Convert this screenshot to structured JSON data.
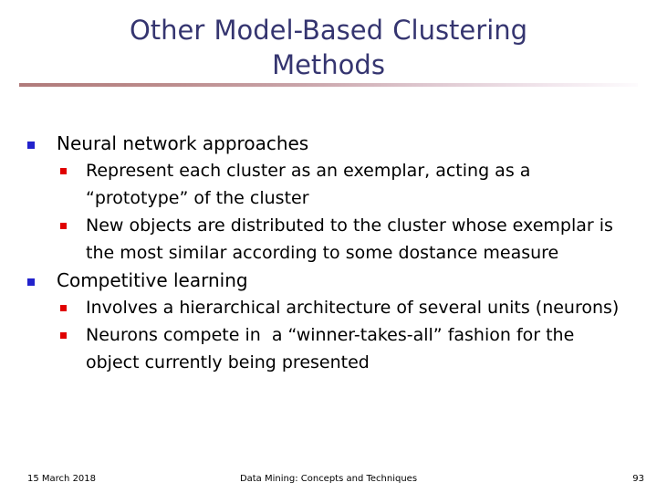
{
  "slide": {
    "title_line_1": "Other Model-Based Clustering",
    "title_line_2": "Methods",
    "title_color": "#353570",
    "rule_color_left": "#b07a7a",
    "rule_color_right": "#fdfbfd",
    "background": "#ffffff",
    "body_text_color": "#000000",
    "bullet_level1_color": "#2222cc",
    "bullet_level2_color": "#e00000"
  },
  "body": {
    "items": [
      {
        "level": 1,
        "bullet": "blue-square-bullet",
        "text": "Neural network approaches"
      },
      {
        "level": 2,
        "bullet": "red-square-bullet",
        "text": "Represent each cluster as an exemplar, acting as a “prototype” of the cluster"
      },
      {
        "level": 2,
        "bullet": "red-square-bullet",
        "text": "New objects are distributed to the cluster whose exemplar is the most similar according to some dostance measure"
      },
      {
        "level": 1,
        "bullet": "blue-square-bullet",
        "text": "Competitive learning"
      },
      {
        "level": 2,
        "bullet": "red-square-bullet",
        "text": "Involves a hierarchical architecture of several units (neurons)"
      },
      {
        "level": 2,
        "bullet": "red-square-bullet",
        "text": "Neurons compete in  a “winner-takes-all” fashion for the object currently being presented"
      }
    ]
  },
  "footer": {
    "date": "15 March 2018",
    "center": "Data Mining: Concepts and Techniques",
    "page_number": "93"
  }
}
